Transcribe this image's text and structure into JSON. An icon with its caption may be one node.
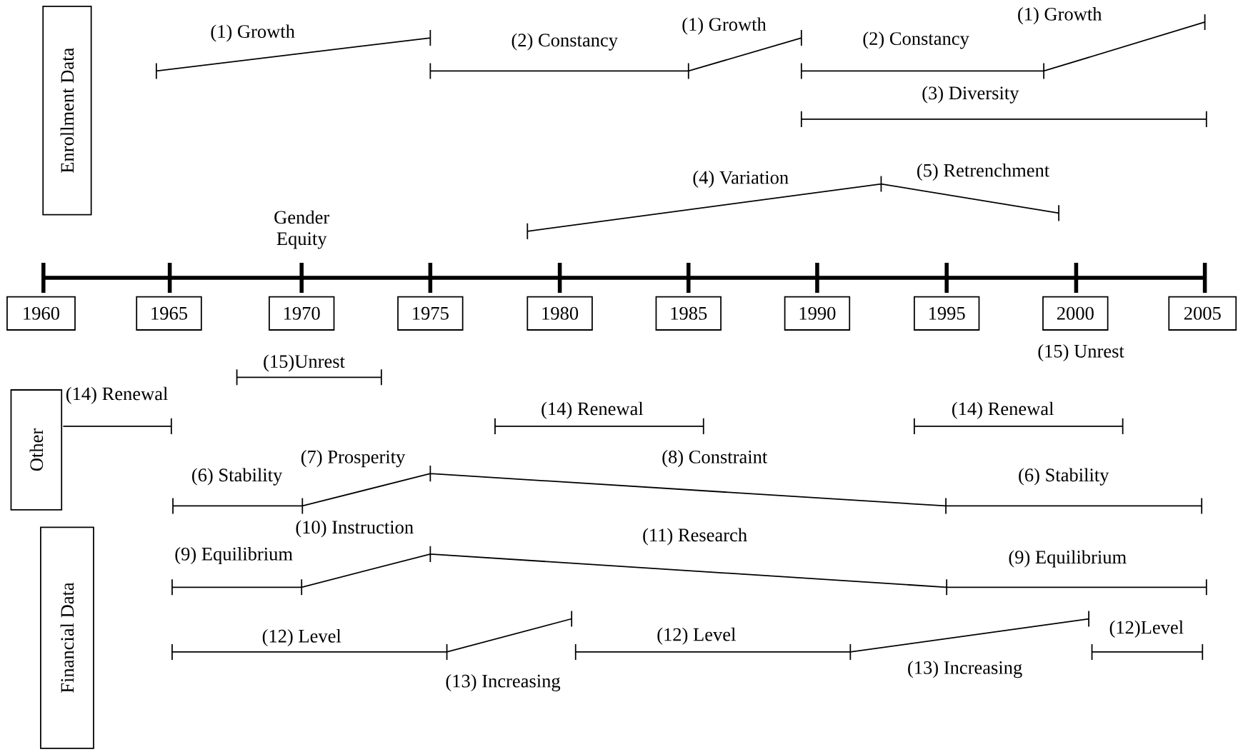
{
  "diagram": {
    "nodes": [
      {
        "text": [
          "Enrollment Data"
        ]
      },
      {
        "text": [
          "1960"
        ]
      },
      {
        "text": [
          "1965"
        ]
      },
      {
        "text": [
          "1970"
        ]
      },
      {
        "text": [
          "1975"
        ]
      },
      {
        "text": [
          "1980"
        ]
      },
      {
        "text": [
          "1985"
        ]
      },
      {
        "text": [
          "1990"
        ]
      },
      {
        "text": [
          "1995"
        ]
      },
      {
        "text": [
          "2000"
        ]
      },
      {
        "text": [
          "2005"
        ]
      },
      {
        "text": [
          "Other"
        ]
      },
      {
        "text": [
          "Financial Data"
        ]
      }
    ],
    "labels": [
      "(1) Growth",
      "(2) Constancy",
      "(1) Growth",
      "(2) Constancy",
      "(1) Growth",
      "(3) Diversity",
      "(4) Variation",
      "(5) Retrenchment",
      "Gender Equity",
      "(15) Unrest",
      "(15)Unrest",
      "(14) Renewal",
      "(14) Renewal",
      "(14) Renewal",
      "(7) Prosperity",
      "(8) Constraint",
      "(6) Stability",
      "(6) Stability",
      "(10) Instruction",
      "(11) Research",
      "(9) Equilibrium",
      "(9) Equilibrium",
      "(12) Level",
      "(12) Level",
      "(12)Level",
      "(13) Increasing",
      "(13) Increasing"
    ]
  }
}
